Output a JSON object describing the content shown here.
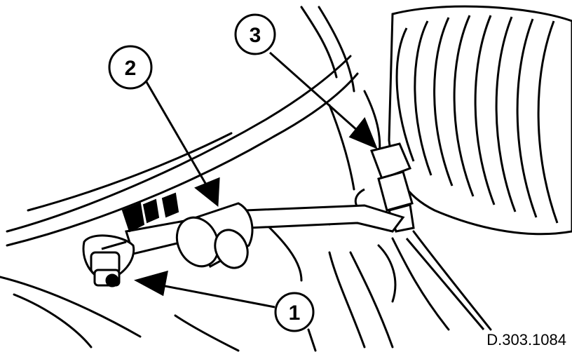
{
  "callouts": [
    {
      "id": "1",
      "label": "1"
    },
    {
      "id": "2",
      "label": "2"
    },
    {
      "id": "3",
      "label": "3"
    }
  ],
  "reference_code": "D.303.1084",
  "colors": {
    "ink": "#000000",
    "paper": "#ffffff"
  }
}
